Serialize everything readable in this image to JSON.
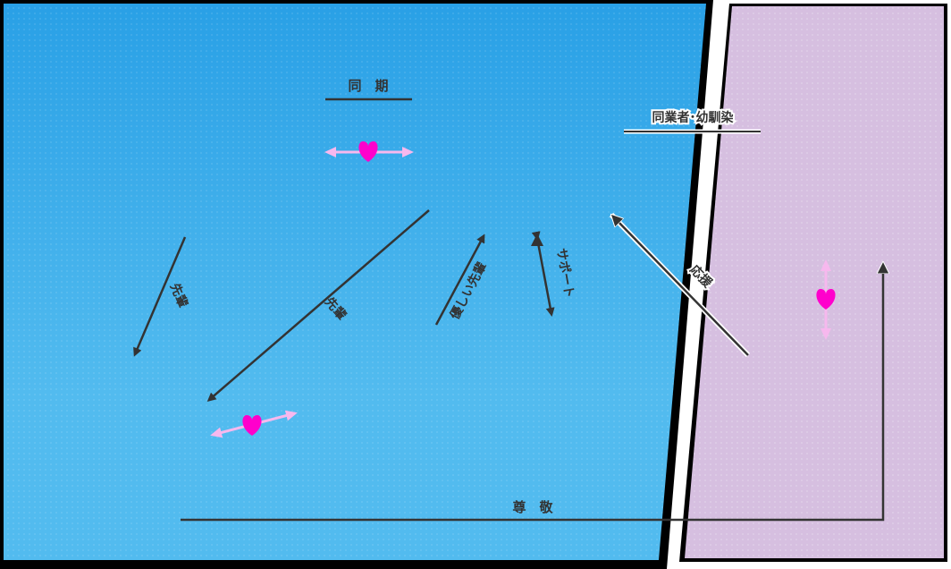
{
  "colors": {
    "left_panel_top": "#29a0e6",
    "left_panel_bottom": "#52bbef",
    "right_panel": "#d6bfe0",
    "outline": "#000000",
    "arrow": "#333333",
    "heart": "#ff00cc",
    "pink_arrow": "#f7b8ee",
    "label_bg": "#ffffff"
  },
  "labels": {
    "douki": "同　期",
    "dougyousha": "同業者･幼馴染",
    "senpai_1": "先輩",
    "senpai_2": "先輩",
    "yasashii_senpai": "優しい先輩",
    "support": "サポート",
    "ouen": "応援",
    "sonkei": "尊　敬"
  },
  "icons": {
    "heart": "heart-icon",
    "double_arrow": "double-arrow-icon"
  }
}
